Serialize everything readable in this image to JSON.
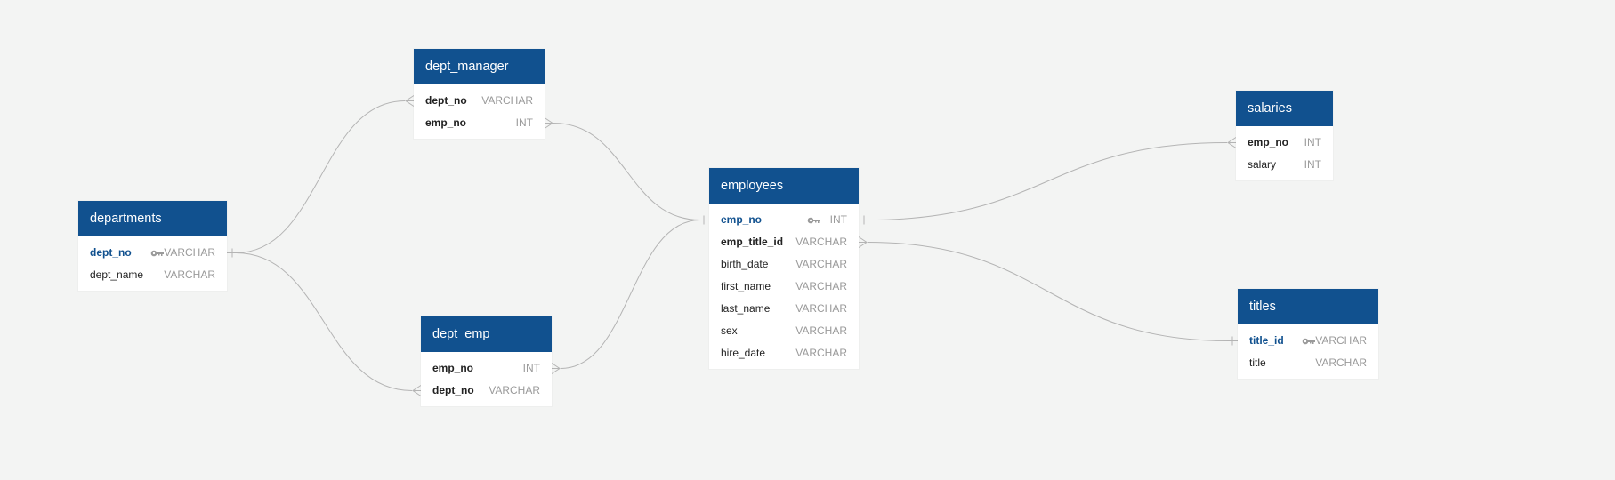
{
  "tables": [
    {
      "name": "departments",
      "fields": [
        {
          "name": "dept_no",
          "type": "VARCHAR",
          "pk": true
        },
        {
          "name": "dept_name",
          "type": "VARCHAR"
        }
      ]
    },
    {
      "name": "dept_manager",
      "fields": [
        {
          "name": "dept_no",
          "type": "VARCHAR",
          "fk": true
        },
        {
          "name": "emp_no",
          "type": "INT",
          "fk": true
        }
      ]
    },
    {
      "name": "dept_emp",
      "fields": [
        {
          "name": "emp_no",
          "type": "INT",
          "fk": true
        },
        {
          "name": "dept_no",
          "type": "VARCHAR",
          "fk": true
        }
      ]
    },
    {
      "name": "employees",
      "fields": [
        {
          "name": "emp_no",
          "type": "INT",
          "pk": true
        },
        {
          "name": "emp_title_id",
          "type": "VARCHAR",
          "fk": true
        },
        {
          "name": "birth_date",
          "type": "VARCHAR"
        },
        {
          "name": "first_name",
          "type": "VARCHAR"
        },
        {
          "name": "last_name",
          "type": "VARCHAR"
        },
        {
          "name": "sex",
          "type": "VARCHAR"
        },
        {
          "name": "hire_date",
          "type": "VARCHAR"
        }
      ]
    },
    {
      "name": "salaries",
      "fields": [
        {
          "name": "emp_no",
          "type": "INT",
          "fk": true
        },
        {
          "name": "salary",
          "type": "INT"
        }
      ]
    },
    {
      "name": "titles",
      "fields": [
        {
          "name": "title_id",
          "type": "VARCHAR",
          "pk": true
        },
        {
          "name": "title",
          "type": "VARCHAR"
        }
      ]
    }
  ],
  "relationships": [
    {
      "from": "departments.dept_no",
      "to": "dept_manager.dept_no",
      "from_card": "one",
      "to_card": "many"
    },
    {
      "from": "departments.dept_no",
      "to": "dept_emp.dept_no",
      "from_card": "one",
      "to_card": "many"
    },
    {
      "from": "employees.emp_no",
      "to": "dept_manager.emp_no",
      "from_card": "one",
      "to_card": "many"
    },
    {
      "from": "employees.emp_no",
      "to": "dept_emp.emp_no",
      "from_card": "one",
      "to_card": "many"
    },
    {
      "from": "employees.emp_no",
      "to": "salaries.emp_no",
      "from_card": "one",
      "to_card": "many"
    },
    {
      "from": "titles.title_id",
      "to": "employees.emp_title_id",
      "from_card": "one",
      "to_card": "many"
    }
  ],
  "colors": {
    "header": "#11518f",
    "primary_key": "#11518f",
    "type_text": "#9a9a9a",
    "link": "#b4b4b4",
    "background": "#f3f4f3"
  },
  "icons": {
    "primary_key": "key-icon"
  }
}
